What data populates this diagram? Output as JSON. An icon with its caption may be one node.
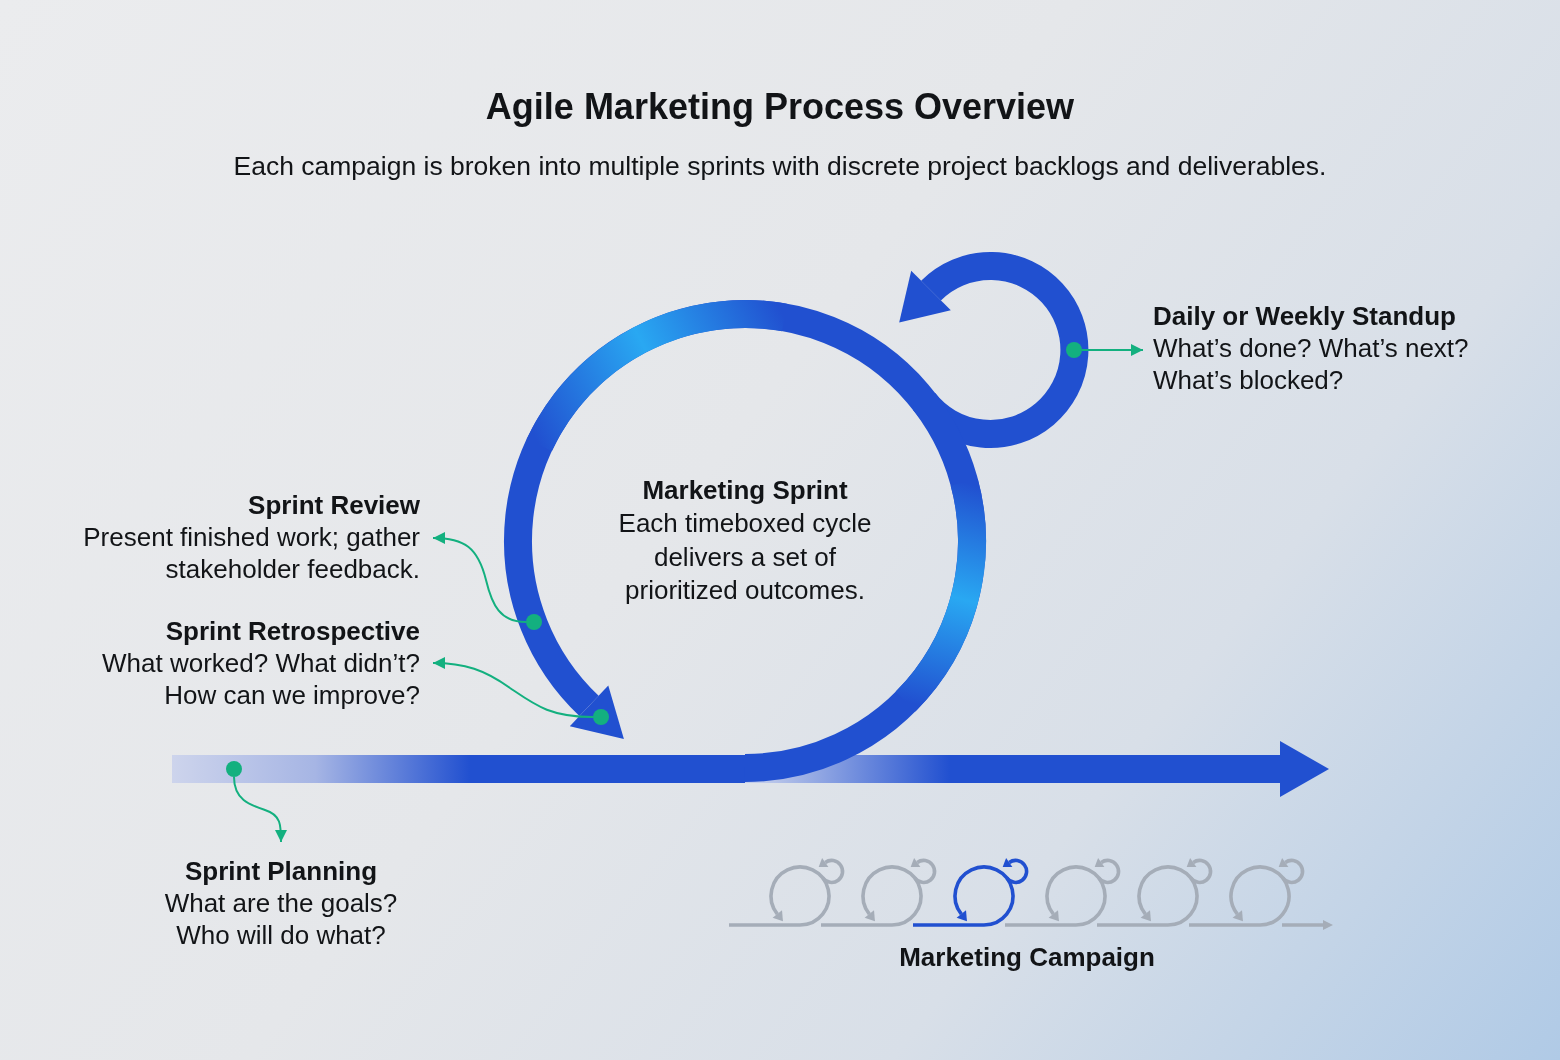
{
  "diagram": {
    "title": "Agile Marketing Process Overview",
    "nodes": [
      {
        "text": [
          "Daily or Weekly Standup",
          "What’s done? What’s next? What’s blocked?"
        ]
      },
      {
        "text": [
          "Sprint Review",
          "Present finished work; gather stakeholder feedback."
        ]
      },
      {
        "text": [
          "Sprint Retrospective",
          "What worked? What didn’t? How can we improve?"
        ]
      },
      {
        "text": [
          "Sprint Planning",
          "What are the goals? Who will do what?"
        ]
      },
      {
        "text": [],
        "shape": "circle"
      },
      {
        "text": [],
        "shape": "circle"
      },
      {
        "text": [],
        "shape": "circle"
      },
      {
        "text": [],
        "shape": "circle"
      }
    ],
    "edges": [
      {
        "from": 4,
        "to": 0,
        "arrow": "to"
      },
      {
        "from": 5,
        "to": 1,
        "arrow": "to"
      },
      {
        "from": 6,
        "to": 2,
        "arrow": "to"
      },
      {
        "from": 7,
        "to": 3,
        "arrow": "to"
      }
    ],
    "labels": [
      "Each campaign is broken into multiple sprints with discrete project backlogs and deliverables.",
      "Marketing Sprint",
      "Each timeboxed cycle delivers a set of prioritized outcomes.",
      "Marketing Campaign"
    ]
  }
}
